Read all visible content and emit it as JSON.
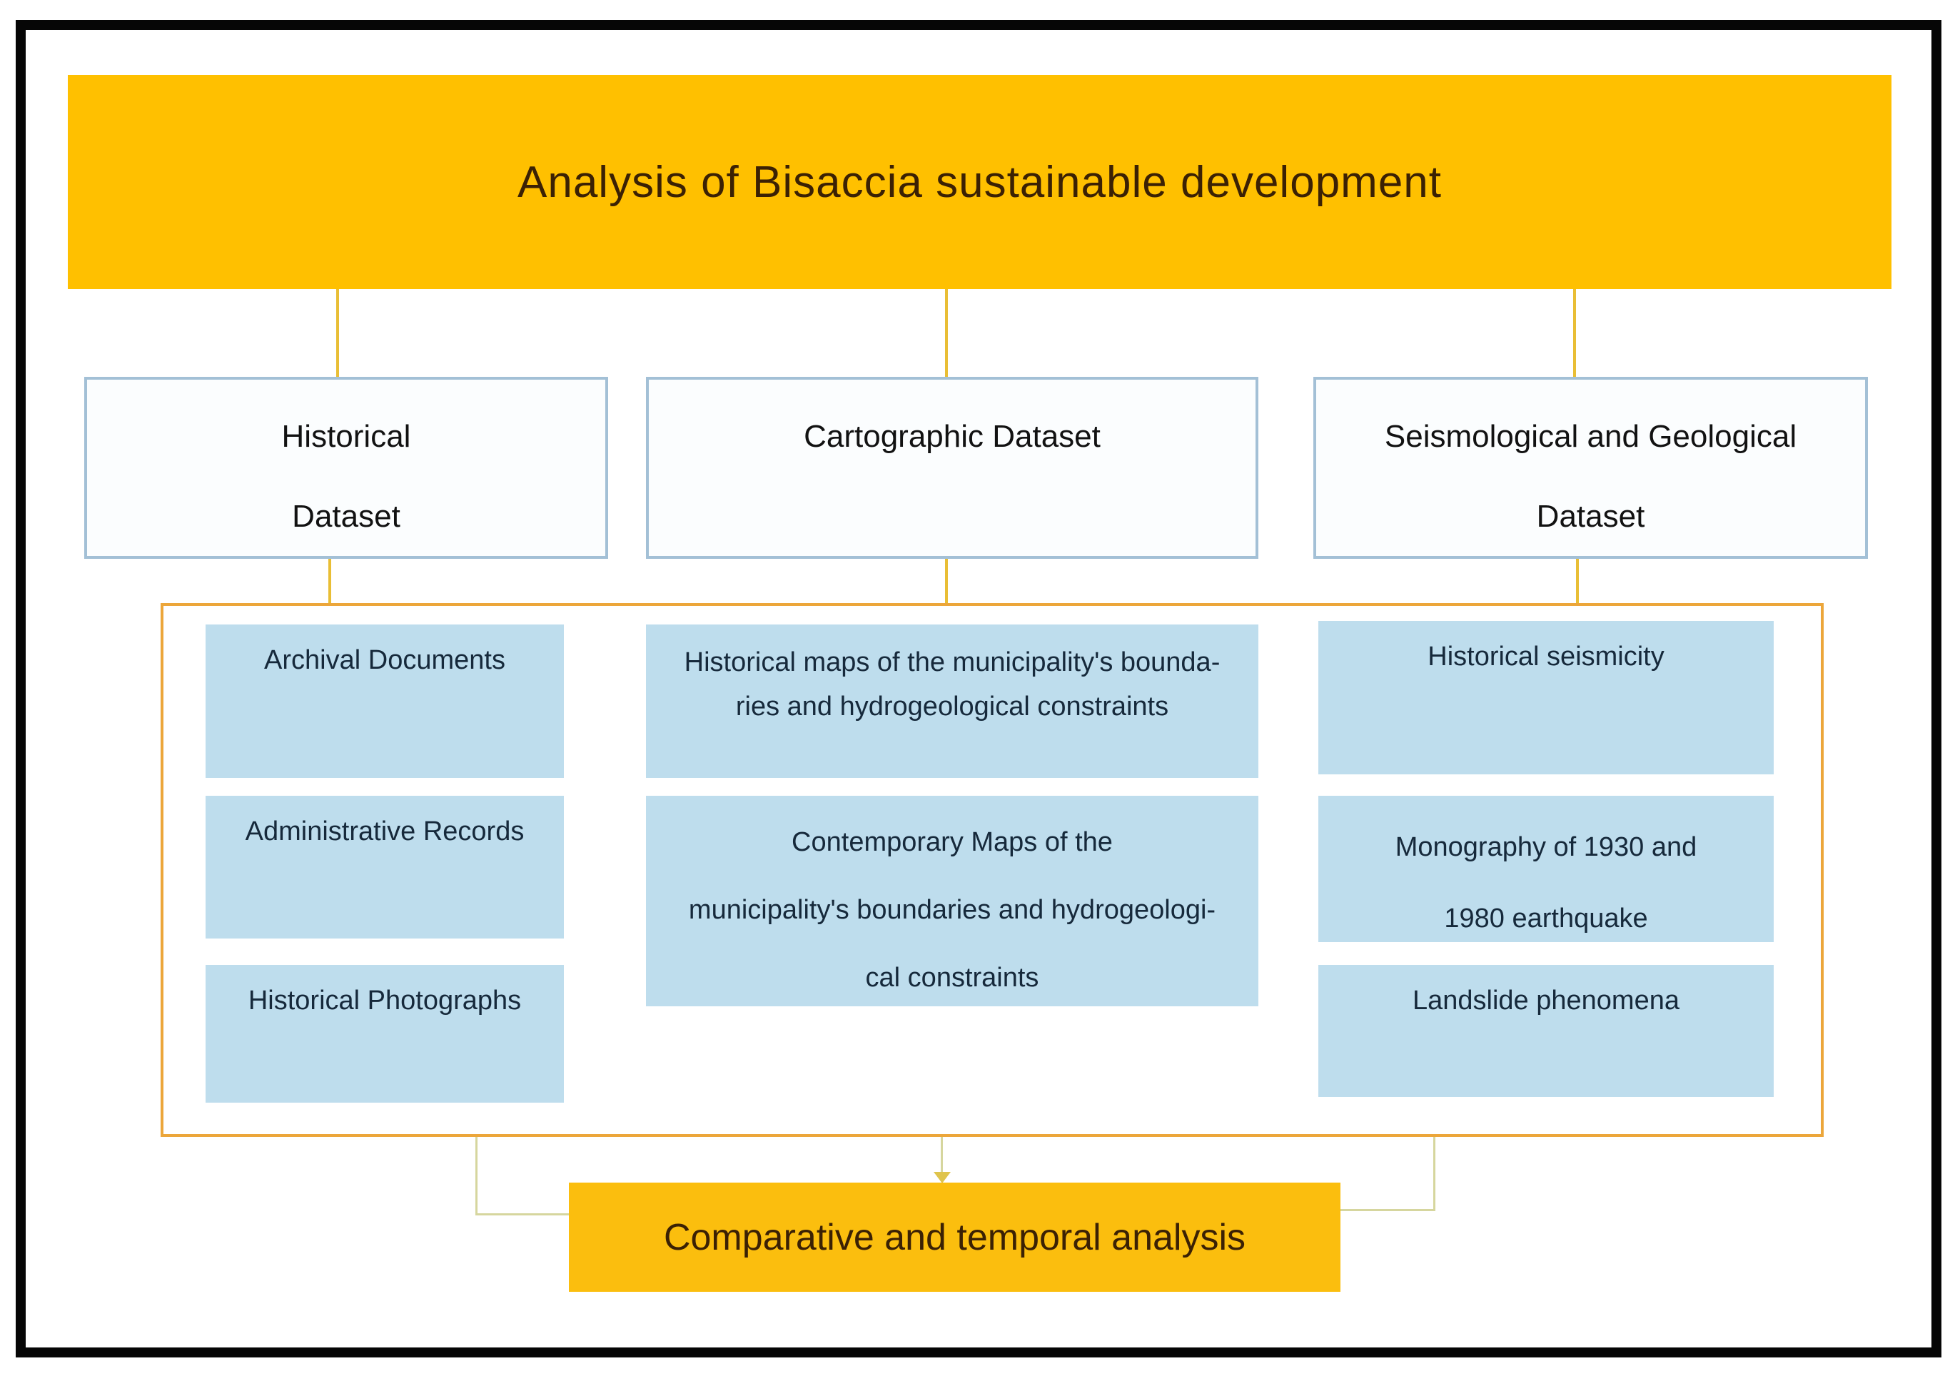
{
  "title_banner": {
    "text": "Analysis of Bisaccia sustainable development"
  },
  "dataset_boxes": [
    {
      "label": "Historical\nDataset"
    },
    {
      "label": "Cartographic Dataset"
    },
    {
      "label": "Seismological and  Geological\nDataset"
    }
  ],
  "source_groups": {
    "historical": [
      {
        "label": "Archival Documents"
      },
      {
        "label": "Administrative Records"
      },
      {
        "label": "Historical Photographs"
      }
    ],
    "cartographic": [
      {
        "label": "Historical maps of the municipality's bounda-\nries and hydrogeological constraints"
      },
      {
        "label": "Contemporary Maps of the\nmunicipality's boundaries and hydrogeologi-\ncal constraints"
      }
    ],
    "seismological": [
      {
        "label": "Historical seismicity"
      },
      {
        "label": "Monography of 1930 and\n1980 earthquake"
      },
      {
        "label": "Landslide phenomena"
      }
    ]
  },
  "footer_box": {
    "text": "Comparative and temporal analysis"
  },
  "colors": {
    "banner_fill": "#FFC000",
    "footer_fill": "#FBBE0E",
    "item_fill": "#BEDDED",
    "dataset_box_fill": "#FBFDFE",
    "dataset_box_border": "#A3C0D6",
    "container_border": "#ECA63A",
    "connector_gold": "#E9BE35",
    "connector_pale": "#D6D69E",
    "arrowhead": "#DFC44C",
    "title_text": "#3B2104",
    "item_text": "#16293B",
    "frame": "#060606"
  }
}
